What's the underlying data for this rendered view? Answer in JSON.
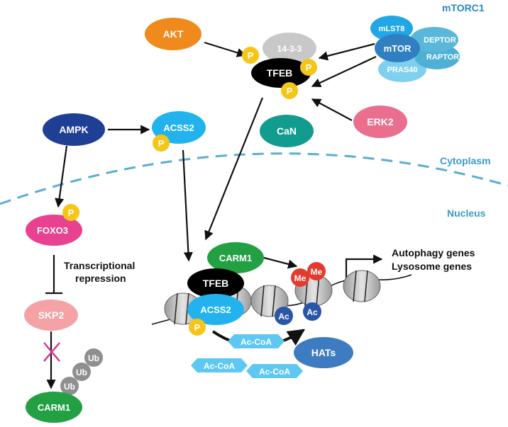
{
  "compartments": {
    "cytoplasm": "Cytoplasm",
    "nucleus": "Nucleus"
  },
  "complex": {
    "title": "mTORC1",
    "mlst8": "mLST8",
    "mtor": "mTOR",
    "deptor": "DEPTOR",
    "raptor": "RAPTOR",
    "pras40": "PRAS40"
  },
  "proteins": {
    "akt": "AKT",
    "p1433": "14-3-3",
    "tfeb_cyto": "TFEB",
    "erk2": "ERK2",
    "can": "CaN",
    "ampk": "AMPK",
    "acss2_cyto": "ACSS2",
    "foxo3": "FOXO3",
    "skp2": "SKP2",
    "carm1_bottom": "CARM1",
    "carm1_nuc": "CARM1",
    "tfeb_nuc": "TFEB",
    "acss2_nuc": "ACSS2",
    "hats": "HATs"
  },
  "modifications": {
    "phospho": "P",
    "ubiquitin": "Ub",
    "methyl": "Me",
    "acetyl": "Ac",
    "acetyl_coa": "Ac-CoA"
  },
  "annotations": {
    "repression_line1": "Transcriptional",
    "repression_line2": "repression",
    "target_genes_1": "Autophagy genes",
    "target_genes_2": "Lysosome genes"
  },
  "colors": {
    "akt": "#f08a1c",
    "p1433": "#c8c8c8",
    "tfeb": "#000000",
    "phospho": "#f5c518",
    "mtor": "#2f7fc1",
    "mlst8": "#21a6e6",
    "deptor": "#59b7d9",
    "raptor": "#4fb0d6",
    "pras40": "#7fd0ee",
    "erk2": "#ea6e8e",
    "can": "#129b8f",
    "ampk": "#1f3f95",
    "acss2": "#22b3ee",
    "foxo3": "#e8418f",
    "skp2": "#f4a2a5",
    "ubiquitin": "#8f8f8f",
    "carm1": "#23a043",
    "methyl": "#e53a2e",
    "acetyl": "#2a56a8",
    "hats": "#3e7cc2",
    "acetyl_coa": "#5fc8f2",
    "membrane": "#5aaed0",
    "block_cross": "#d13a8f"
  }
}
